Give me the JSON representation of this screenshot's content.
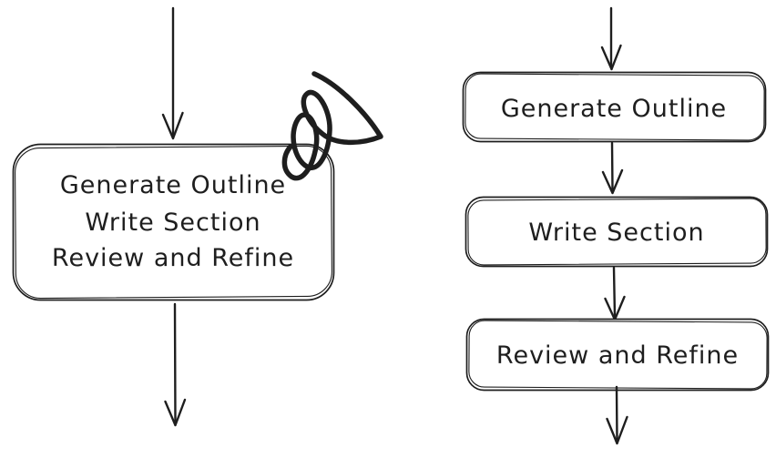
{
  "canvas": {
    "background": "#ffffff",
    "ink_color": "#1e1e1e",
    "style": "hand-drawn flowchart"
  },
  "left_flow": {
    "node": {
      "lines": [
        "Generate Outline",
        "Write Section",
        "Review and Refine"
      ]
    },
    "annotation_icon": "scribble",
    "arrows": [
      "incoming-down-arrow",
      "outgoing-down-arrow"
    ]
  },
  "right_flow": {
    "nodes": [
      {
        "label": "Generate Outline"
      },
      {
        "label": "Write Section"
      },
      {
        "label": "Review and Refine"
      }
    ],
    "arrows": [
      "incoming-down-arrow",
      "connector-down-arrow",
      "connector-down-arrow",
      "outgoing-down-arrow"
    ]
  }
}
